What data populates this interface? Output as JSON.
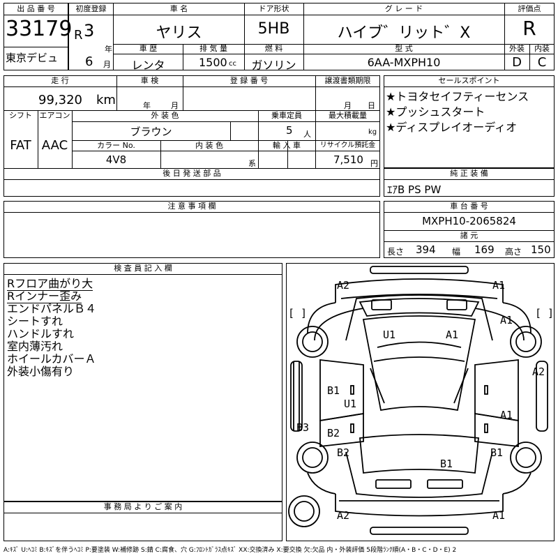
{
  "header": {
    "labels": {
      "lot_no": "出 品 番 号",
      "first_reg": "初度登録",
      "car_name": "車 名",
      "door": "ドア形状",
      "grade": "グ レ ー ド",
      "score": "評価点",
      "history": "車 歴",
      "displacement": "排 気 量",
      "fuel": "燃 料",
      "model_code": "型 式",
      "exterior": "外装",
      "interior": "内装",
      "year_unit": "年",
      "month_unit": "月",
      "cc": "cc"
    },
    "lot_no": "33179",
    "venue": "東京デビュ",
    "era": "R",
    "year": "3",
    "month": "6",
    "car_name": "ヤリス",
    "door": "5HB",
    "grade": "ハイブ゛リット゛X",
    "score": "R",
    "history": "レンタ",
    "displacement": "1500",
    "fuel": "ガソリン",
    "model_code": "6AA-MXPH10",
    "exterior_grade": "D",
    "interior_grade": "C"
  },
  "spec": {
    "labels": {
      "mileage": "走 行",
      "inspection": "車 検",
      "plate": "登 録 番 号",
      "transfer_doc": "譲渡書類期限",
      "shift": "シフト",
      "aircon": "エアコン",
      "ext_color": "外 装 色",
      "capacity": "乗車定員",
      "load": "最大積載量",
      "color_no": "カラー No.",
      "int_color": "内 装 色",
      "import": "輸 入 車",
      "recycle": "リサイクル預託金",
      "later_parts": "後 日 発 送 部 品",
      "year_unit": "年",
      "month_unit": "月",
      "day_unit": "日",
      "person_unit": "人",
      "kg_unit": "kg",
      "kei": "系",
      "yen": "円"
    },
    "mileage": "99,320",
    "mileage_unit": "km",
    "shift": "FAT",
    "aircon": "AAC",
    "ext_color": "ブラウン",
    "capacity": "5",
    "color_no": "4V8",
    "recycle": "7,510"
  },
  "sales_points": {
    "title": "セールスポイント",
    "items": [
      "★トヨタセイフティーセンス",
      "★プッシュスタート",
      "★ディスプレイオーディオ"
    ]
  },
  "equipment": {
    "title": "純 正 装 備",
    "value": "ｴｱB PS PW"
  },
  "notes": {
    "title": "注 意 事 項 欄"
  },
  "chassis": {
    "title": "車 台 番 号",
    "number": "MXPH10-2065824",
    "dims_title": "諸 元",
    "length_label": "長さ",
    "length": "394",
    "width_label": "幅",
    "width": "169",
    "height_label": "高さ",
    "height": "150"
  },
  "inspector": {
    "title": "検 査 員 記 入 欄",
    "lines": [
      "Rフロア曲がり大",
      "Rインナー歪み",
      "エンドパネルＢ４",
      "シートすれ",
      "ハンドルすれ",
      "室内薄汚れ",
      "ホイールカバーＡ",
      "外装小傷有り"
    ]
  },
  "office": {
    "title": "事 務 局 よ り ご 案 内"
  },
  "diagram": {
    "marks": {
      "top_left": "A2",
      "top_right": "A1",
      "right_front_wheel": "A1",
      "u1_upper": "U1",
      "a1_upper": "A1",
      "right_door": "A2",
      "b1_left": "B1",
      "u1_mid": "U1",
      "a1_right": "A1",
      "b3_left": "B3",
      "b2_left": "B2",
      "b2_lower": "B2",
      "b1_lower_right": "B1",
      "b1_center": "B1",
      "bottom_left": "A2",
      "bottom_right": "A1",
      "bracket_left": "[ ]",
      "bracket_right": "[ ]"
    }
  },
  "legend": "A:ｷｽﾞ U:ﾍｺﾐ B:ｷｽﾞを伴うﾍｺﾐ P:要塗装 W:補修跡 S:錆 C:腐食、穴 G:ﾌﾛﾝﾄｶﾞﾗｽ点ｷｽﾞ XX:交換済み X:要交換 欠:欠品 内・外装評価 5段階ﾗﾝｸ順(A・B・C・D・E) 2"
}
